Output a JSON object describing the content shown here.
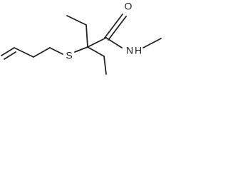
{
  "molecule": {
    "atoms": {
      "oxygen": "O",
      "sulfur": "S",
      "amide_nh": "N",
      "amide_h": "H"
    },
    "colors": {
      "bond": "#222222",
      "label": "#222222",
      "background": "#ffffff"
    }
  }
}
